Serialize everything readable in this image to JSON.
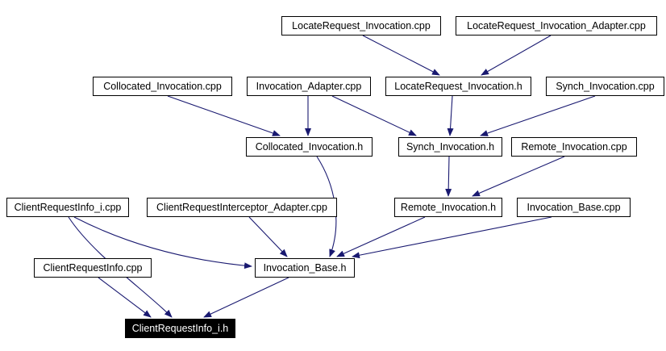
{
  "diagram": {
    "type": "include-dependency-graph",
    "edge_color": "#191970",
    "highlight_color": "#000000",
    "nodes": [
      {
        "id": "LocateRequest_Invocation.cpp",
        "label": "LocateRequest_Invocation.cpp",
        "highlighted": false
      },
      {
        "id": "LocateRequest_Invocation_Adapter.cpp",
        "label": "LocateRequest_Invocation_Adapter.cpp",
        "highlighted": false
      },
      {
        "id": "Collocated_Invocation.cpp",
        "label": "Collocated_Invocation.cpp",
        "highlighted": false
      },
      {
        "id": "Invocation_Adapter.cpp",
        "label": "Invocation_Adapter.cpp",
        "highlighted": false
      },
      {
        "id": "LocateRequest_Invocation.h",
        "label": "LocateRequest_Invocation.h",
        "highlighted": false
      },
      {
        "id": "Synch_Invocation.cpp",
        "label": "Synch_Invocation.cpp",
        "highlighted": false
      },
      {
        "id": "Collocated_Invocation.h",
        "label": "Collocated_Invocation.h",
        "highlighted": false
      },
      {
        "id": "Synch_Invocation.h",
        "label": "Synch_Invocation.h",
        "highlighted": false
      },
      {
        "id": "Remote_Invocation.cpp",
        "label": "Remote_Invocation.cpp",
        "highlighted": false
      },
      {
        "id": "ClientRequestInfo_i.cpp",
        "label": "ClientRequestInfo_i.cpp",
        "highlighted": false
      },
      {
        "id": "ClientRequestInterceptor_Adapter.cpp",
        "label": "ClientRequestInterceptor_Adapter.cpp",
        "highlighted": false
      },
      {
        "id": "Remote_Invocation.h",
        "label": "Remote_Invocation.h",
        "highlighted": false
      },
      {
        "id": "Invocation_Base.cpp",
        "label": "Invocation_Base.cpp",
        "highlighted": false
      },
      {
        "id": "ClientRequestInfo.cpp",
        "label": "ClientRequestInfo.cpp",
        "highlighted": false
      },
      {
        "id": "Invocation_Base.h",
        "label": "Invocation_Base.h",
        "highlighted": false
      },
      {
        "id": "ClientRequestInfo_i.h",
        "label": "ClientRequestInfo_i.h",
        "highlighted": true
      }
    ],
    "edges": [
      {
        "from": "LocateRequest_Invocation.cpp",
        "to": "LocateRequest_Invocation.h"
      },
      {
        "from": "LocateRequest_Invocation_Adapter.cpp",
        "to": "LocateRequest_Invocation.h"
      },
      {
        "from": "Collocated_Invocation.cpp",
        "to": "Collocated_Invocation.h"
      },
      {
        "from": "Invocation_Adapter.cpp",
        "to": "Collocated_Invocation.h"
      },
      {
        "from": "Invocation_Adapter.cpp",
        "to": "Synch_Invocation.h"
      },
      {
        "from": "LocateRequest_Invocation.h",
        "to": "Synch_Invocation.h"
      },
      {
        "from": "Synch_Invocation.cpp",
        "to": "Synch_Invocation.h"
      },
      {
        "from": "Synch_Invocation.h",
        "to": "Remote_Invocation.h"
      },
      {
        "from": "Remote_Invocation.cpp",
        "to": "Remote_Invocation.h"
      },
      {
        "from": "Collocated_Invocation.h",
        "to": "Invocation_Base.h"
      },
      {
        "from": "ClientRequestInterceptor_Adapter.cpp",
        "to": "Invocation_Base.h"
      },
      {
        "from": "Remote_Invocation.h",
        "to": "Invocation_Base.h"
      },
      {
        "from": "Invocation_Base.cpp",
        "to": "Invocation_Base.h"
      },
      {
        "from": "ClientRequestInfo_i.cpp",
        "to": "Invocation_Base.h"
      },
      {
        "from": "ClientRequestInfo_i.cpp",
        "to": "ClientRequestInfo_i.h"
      },
      {
        "from": "ClientRequestInfo.cpp",
        "to": "ClientRequestInfo_i.h"
      },
      {
        "from": "Invocation_Base.h",
        "to": "ClientRequestInfo_i.h"
      }
    ]
  }
}
